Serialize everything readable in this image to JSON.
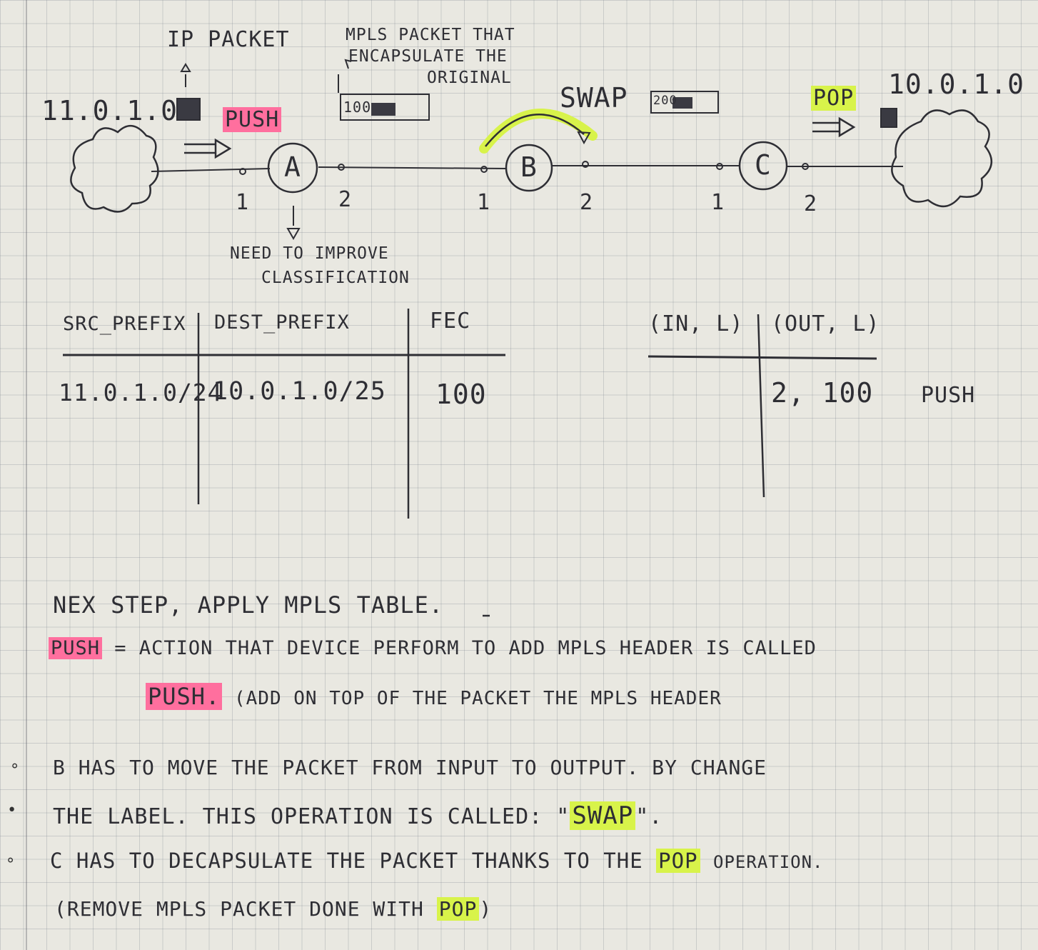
{
  "diagram": {
    "left_network": "11.0.1.0",
    "right_network": "10.0.1.0",
    "ip_packet_label": "IP PACKET",
    "mpls_packet_label_1": "MPLS PACKET THAT",
    "mpls_packet_label_2": "ENCAPSULATE THE",
    "mpls_packet_label_3": "ORIGINAL",
    "mpls_label_a": "100",
    "mpls_label_b": "200",
    "push_label": "PUSH",
    "swap_label": "SWAP",
    "pop_label": "POP",
    "router_a": "A",
    "router_b": "B",
    "router_c": "C",
    "port_a1": "1",
    "port_a2": "2",
    "port_b1": "1",
    "port_b2": "2",
    "port_c1": "1",
    "port_c2": "2",
    "note_1": "NEED TO IMPROVE",
    "note_2": "CLASSIFICATION",
    "highlight_pink": "#ff6f9e",
    "highlight_yellow": "#d8f34a"
  },
  "fec_table": {
    "headers": [
      "SRC_PREFIX",
      "DEST_PREFIX",
      "FEC"
    ],
    "rows": [
      [
        "11.0.1.0/24",
        "10.0.1.0/25",
        "100"
      ]
    ]
  },
  "label_table": {
    "headers": [
      "(IN, L)",
      "(OUT, L)"
    ],
    "rows": [
      [
        "",
        "2, 100"
      ]
    ],
    "action": "PUSH"
  },
  "notes": {
    "line1": "NEX STEP, APPLY MPLS TABLE.",
    "line2_tag": "PUSH",
    "line2_rest": "= ACTION THAT DEVICE PERFORM TO ADD MPLS HEADER IS CALLED",
    "line3_tag": "PUSH.",
    "line3_rest": "(ADD ON TOP OF THE PACKET THE MPLS HEADER",
    "bullet1": "B HAS TO MOVE THE PACKET FROM INPUT TO OUTPUT. BY CHANGE",
    "bullet1b_pre": "THE LABEL. THIS OPERATION IS CALLED: \"",
    "bullet1b_tag": "SWAP",
    "bullet1b_post": "\".",
    "bullet2_pre": "C HAS TO DECAPSULATE THE PACKET THANKS TO THE",
    "bullet2_tag": "POP",
    "bullet2_post": "OPERATION.",
    "bullet2b_pre": "(REMOVE MPLS PACKET DONE WITH",
    "bullet2b_tag": "POP",
    "bullet2b_post": ")"
  }
}
